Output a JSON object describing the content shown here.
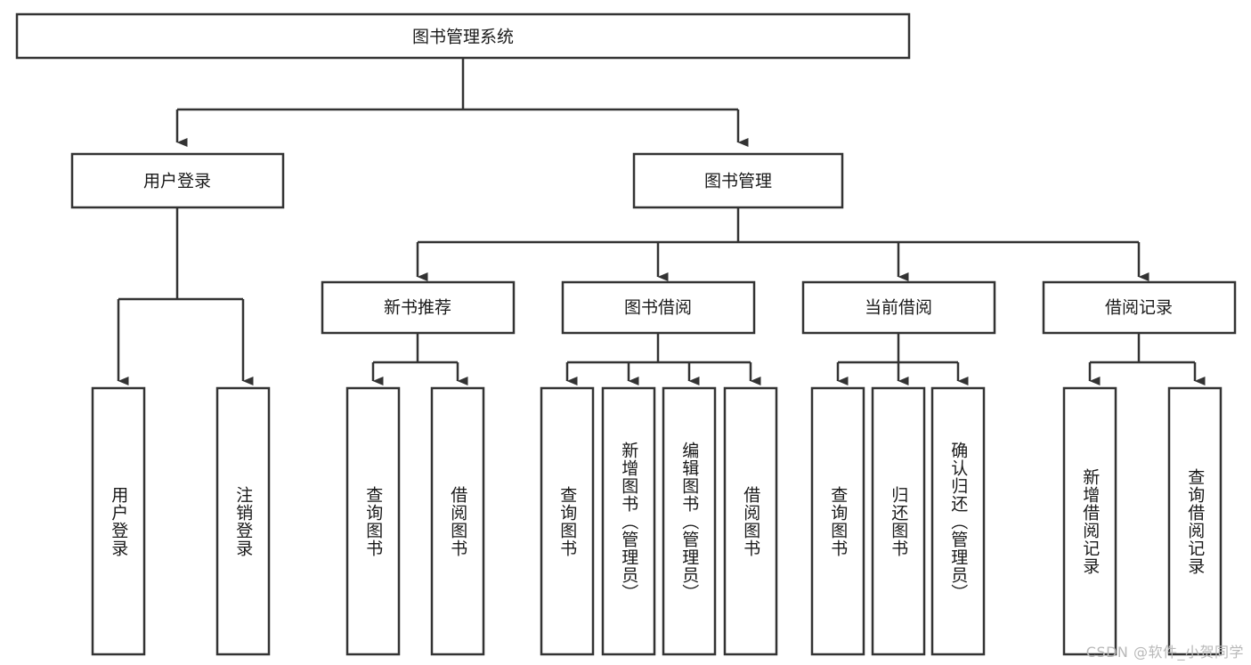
{
  "diagram": {
    "title": "图书管理系统",
    "type": "tree-hierarchy",
    "orientation": "top-down",
    "root": {
      "id": "root",
      "label": "图书管理系统",
      "text_orientation": "horizontal"
    },
    "level2": [
      {
        "id": "user-login",
        "label": "用户登录",
        "text_orientation": "horizontal"
      },
      {
        "id": "book-manage",
        "label": "图书管理",
        "text_orientation": "horizontal"
      }
    ],
    "level3": [
      {
        "id": "new-book-recommend",
        "label": "新书推荐",
        "parent": "book-manage",
        "text_orientation": "horizontal"
      },
      {
        "id": "book-borrow",
        "label": "图书借阅",
        "parent": "book-manage",
        "text_orientation": "horizontal"
      },
      {
        "id": "current-borrow",
        "label": "当前借阅",
        "parent": "book-manage",
        "text_orientation": "horizontal"
      },
      {
        "id": "borrow-record",
        "label": "借阅记录",
        "parent": "book-manage",
        "text_orientation": "horizontal"
      }
    ],
    "leaves": [
      {
        "id": "leaf-user-login",
        "label": "用户登录",
        "parent": "user-login",
        "text_orientation": "vertical"
      },
      {
        "id": "leaf-user-logout",
        "label": "注销登录",
        "parent": "user-login",
        "text_orientation": "vertical"
      },
      {
        "id": "leaf-query-book-1",
        "label": "查询图书",
        "parent": "new-book-recommend",
        "text_orientation": "vertical"
      },
      {
        "id": "leaf-borrow-book-1",
        "label": "借阅图书",
        "parent": "new-book-recommend",
        "text_orientation": "vertical"
      },
      {
        "id": "leaf-query-book-2",
        "label": "查询图书",
        "parent": "book-borrow",
        "text_orientation": "vertical"
      },
      {
        "id": "leaf-add-book",
        "label": "新增图书（管理员）",
        "parent": "book-borrow",
        "text_orientation": "vertical"
      },
      {
        "id": "leaf-edit-book",
        "label": "编辑图书（管理员）",
        "parent": "book-borrow",
        "text_orientation": "vertical"
      },
      {
        "id": "leaf-borrow-book-2",
        "label": "借阅图书",
        "parent": "book-borrow",
        "text_orientation": "vertical"
      },
      {
        "id": "leaf-query-book-3",
        "label": "查询图书",
        "parent": "current-borrow",
        "text_orientation": "vertical"
      },
      {
        "id": "leaf-return-book",
        "label": "归还图书",
        "parent": "current-borrow",
        "text_orientation": "vertical"
      },
      {
        "id": "leaf-confirm-return",
        "label": "确认归还（管理员）",
        "parent": "current-borrow",
        "text_orientation": "vertical"
      },
      {
        "id": "leaf-add-record",
        "label": "新增借阅记录",
        "parent": "borrow-record",
        "text_orientation": "vertical"
      },
      {
        "id": "leaf-query-record",
        "label": "查询借阅记录",
        "parent": "borrow-record",
        "text_orientation": "vertical"
      }
    ],
    "colors": {
      "box_fill": "#ffffff",
      "box_stroke": "#333333",
      "connector": "#333333",
      "text": "#1a1a1a",
      "background": "#ffffff",
      "watermark": "#b9b9b9"
    }
  },
  "watermark": {
    "text": "CSDN @软件_小贺同学"
  }
}
